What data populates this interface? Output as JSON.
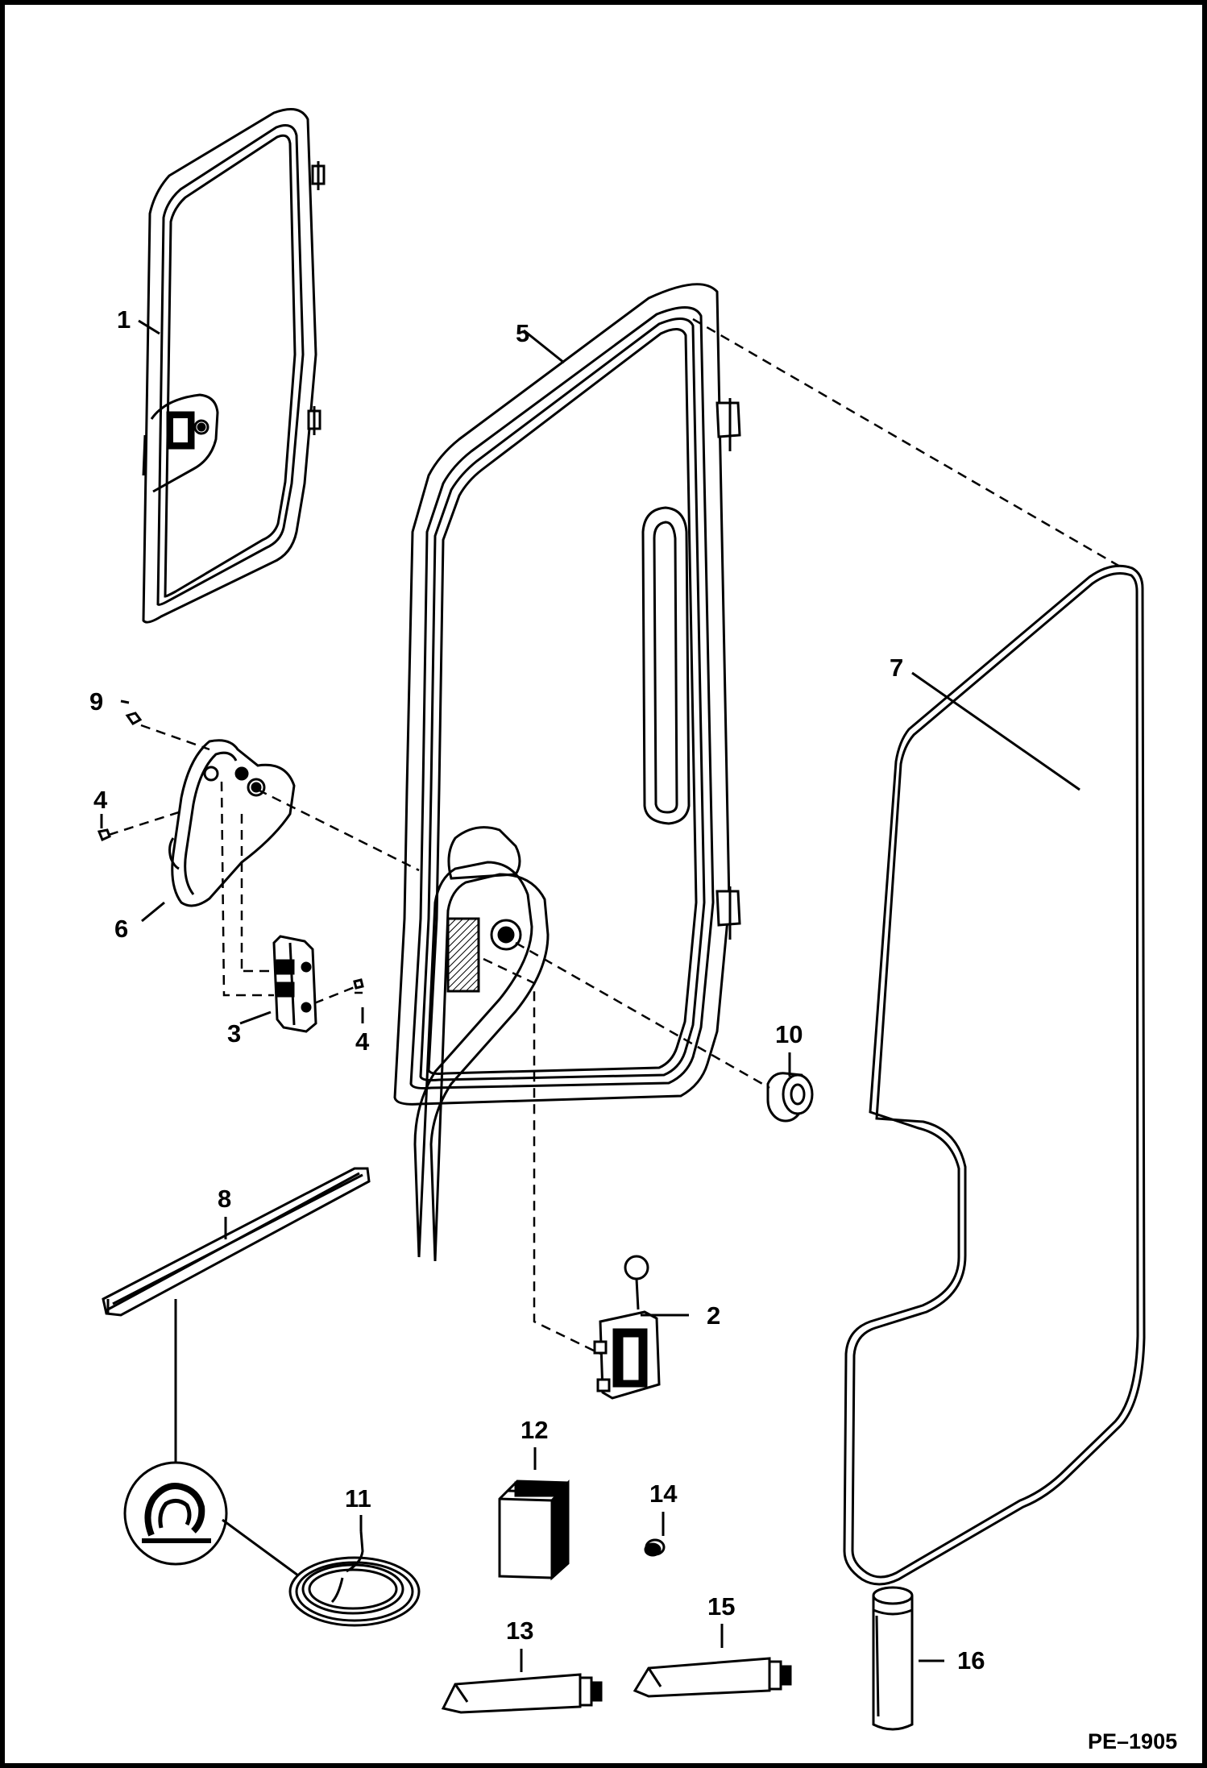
{
  "diagram": {
    "reference_code": "PE–1905",
    "callouts": [
      {
        "id": "1",
        "label": "1"
      },
      {
        "id": "2",
        "label": "2"
      },
      {
        "id": "3",
        "label": "3"
      },
      {
        "id": "4a",
        "label": "4"
      },
      {
        "id": "4b",
        "label": "4"
      },
      {
        "id": "5",
        "label": "5"
      },
      {
        "id": "6",
        "label": "6"
      },
      {
        "id": "7",
        "label": "7"
      },
      {
        "id": "8",
        "label": "8"
      },
      {
        "id": "9",
        "label": "9"
      },
      {
        "id": "10",
        "label": "10"
      },
      {
        "id": "11",
        "label": "11"
      },
      {
        "id": "12",
        "label": "12"
      },
      {
        "id": "13",
        "label": "13"
      },
      {
        "id": "14",
        "label": "14"
      },
      {
        "id": "15",
        "label": "15"
      },
      {
        "id": "16",
        "label": "16"
      }
    ]
  }
}
